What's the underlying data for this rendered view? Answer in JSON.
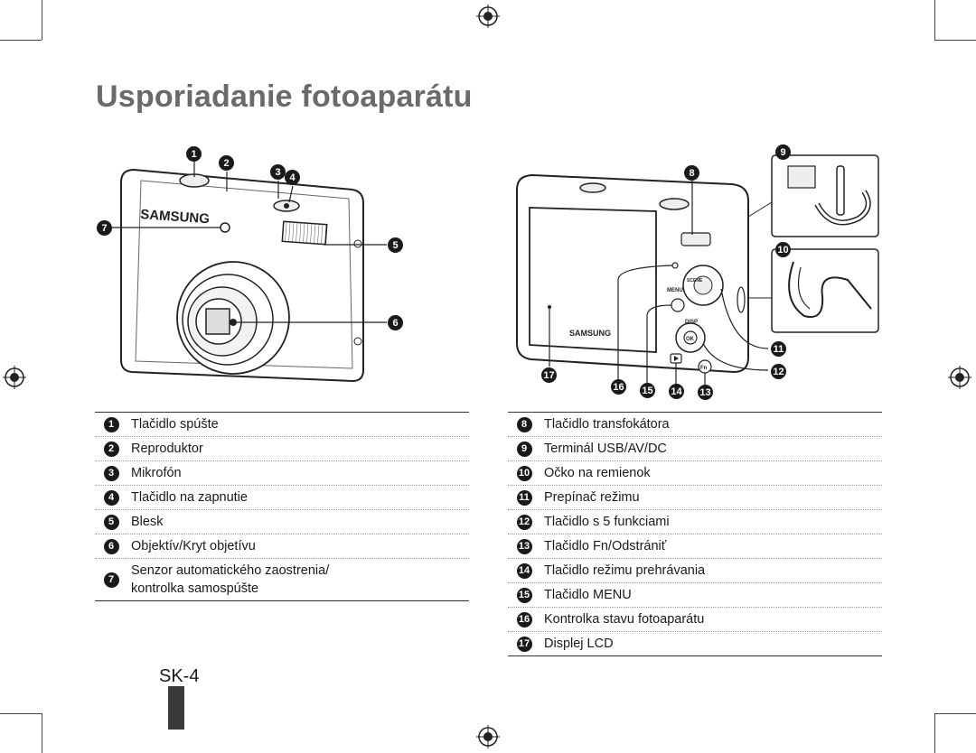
{
  "page": {
    "title": "Usporiadanie fotoaparátu",
    "page_number": "SK-4"
  },
  "camera_front": {
    "brand": "SAMSUNG",
    "callouts": [
      "1",
      "2",
      "3",
      "4",
      "5",
      "6",
      "7"
    ]
  },
  "camera_back": {
    "brand": "SAMSUNG",
    "button_labels": {
      "disp": "DISP",
      "ok": "OK",
      "fn": "Fn",
      "menu": "MENU",
      "scene": "SCENE"
    },
    "callouts": [
      "8",
      "9",
      "10",
      "11",
      "12",
      "13",
      "14",
      "15",
      "16",
      "17"
    ]
  },
  "left_table": [
    {
      "num": "1",
      "text": "Tlačidlo spúšte"
    },
    {
      "num": "2",
      "text": "Reproduktor"
    },
    {
      "num": "3",
      "text": "Mikrofón"
    },
    {
      "num": "4",
      "text": "Tlačidlo na zapnutie"
    },
    {
      "num": "5",
      "text": "Blesk"
    },
    {
      "num": "6",
      "text": "Objektív/Kryt objetívu"
    },
    {
      "num": "7",
      "text": "Senzor automatického zaostrenia/",
      "text2": "kontrolka samospúšte"
    }
  ],
  "right_table": [
    {
      "num": "8",
      "text": "Tlačidlo transfokátora"
    },
    {
      "num": "9",
      "text": "Terminál USB/AV/DC"
    },
    {
      "num": "10",
      "text": "Očko na remienok"
    },
    {
      "num": "11",
      "text": "Prepínač režimu"
    },
    {
      "num": "12",
      "text": "Tlačidlo s 5 funkciami"
    },
    {
      "num": "13",
      "text": "Tlačidlo Fn/Odstrániť"
    },
    {
      "num": "14",
      "text": "Tlačidlo režimu prehrávania"
    },
    {
      "num": "15",
      "text": "Tlačidlo MENU"
    },
    {
      "num": "16",
      "text": "Kontrolka stavu fotoaparátu"
    },
    {
      "num": "17",
      "text": "Displej LCD"
    }
  ],
  "colors": {
    "title": "#6a6a6a",
    "badge": "#1a1a1a",
    "sidebar": "#3a3a3a"
  }
}
